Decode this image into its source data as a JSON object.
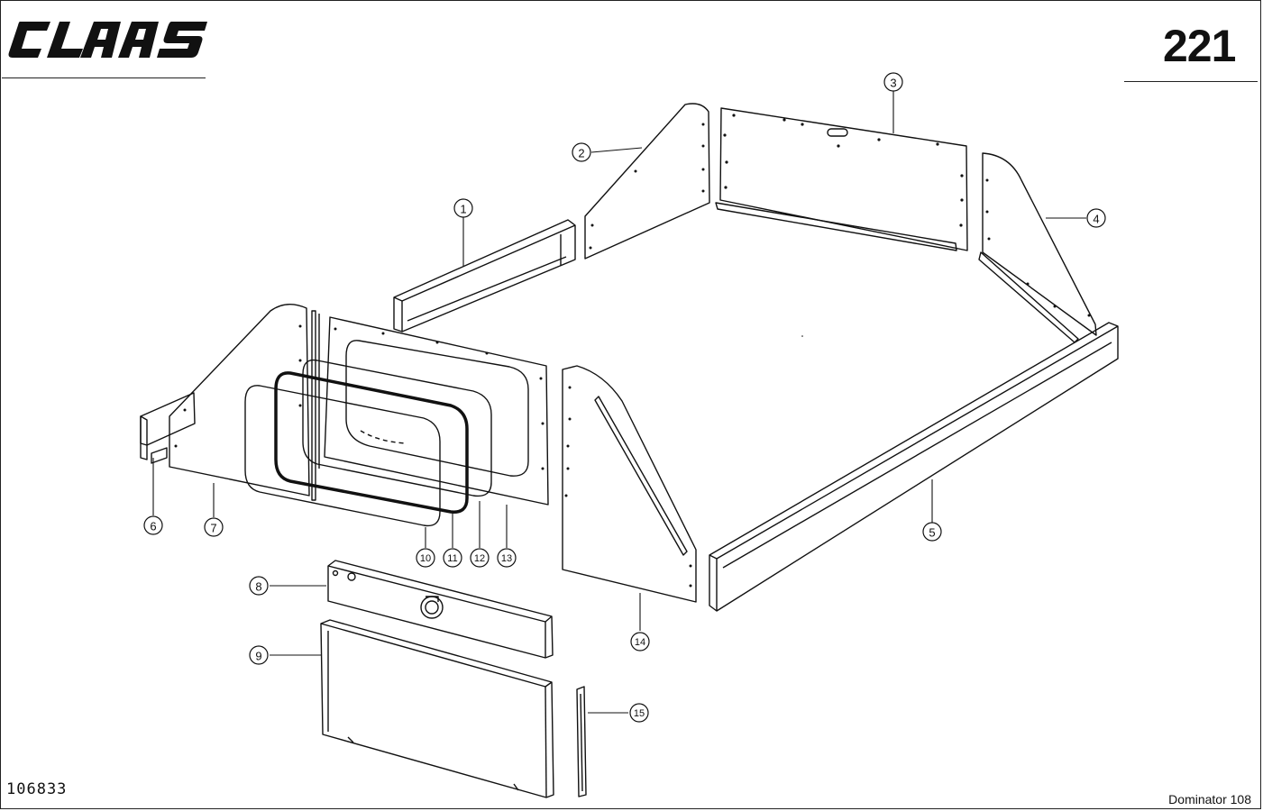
{
  "header": {
    "brand": "CLAAS",
    "page_number": "221"
  },
  "footer": {
    "drawing_number": "106833",
    "model": "Dominator 108"
  },
  "callouts": [
    {
      "id": "c1",
      "label": "1"
    },
    {
      "id": "c2",
      "label": "2"
    },
    {
      "id": "c3",
      "label": "3"
    },
    {
      "id": "c4",
      "label": "4"
    },
    {
      "id": "c5",
      "label": "5"
    },
    {
      "id": "c6",
      "label": "6"
    },
    {
      "id": "c7",
      "label": "7"
    },
    {
      "id": "c8",
      "label": "8"
    },
    {
      "id": "c9",
      "label": "9"
    },
    {
      "id": "c10",
      "label": "10"
    },
    {
      "id": "c11",
      "label": "11"
    },
    {
      "id": "c12",
      "label": "12"
    },
    {
      "id": "c13",
      "label": "13"
    },
    {
      "id": "c14",
      "label": "14"
    },
    {
      "id": "c15",
      "label": "15"
    }
  ]
}
